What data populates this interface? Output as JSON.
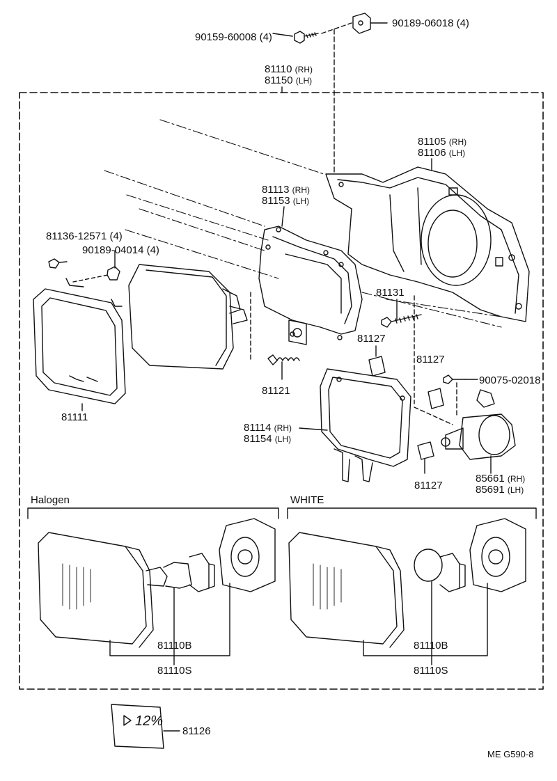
{
  "diagram": {
    "parts": {
      "p90159": "90159-60008 (4)",
      "p90189a": "90189-06018 (4)",
      "p81110": {
        "rh": "81110",
        "rh_tag": "(RH)",
        "lh": "81150",
        "lh_tag": "(LH)"
      },
      "p81105": {
        "rh": "81105",
        "rh_tag": "(RH)",
        "lh": "81106",
        "lh_tag": "(LH)"
      },
      "p81113": {
        "rh": "81113",
        "rh_tag": "(RH)",
        "lh": "81153",
        "lh_tag": "(LH)"
      },
      "p81136": "81136-12571 (4)",
      "p90189b": "90189-04014 (4)",
      "p81131": "81131",
      "p81127a": "81127",
      "p81127b": "81127",
      "p81127c": "81127",
      "p90075": "90075-02018",
      "p81121": "81121",
      "p81111": "81111",
      "p81114": {
        "rh": "81114",
        "rh_tag": "(RH)",
        "lh": "81154",
        "lh_tag": "(LH)"
      },
      "p85661": {
        "rh": "85661",
        "rh_tag": "(RH)",
        "lh": "85691",
        "lh_tag": "(LH)"
      },
      "halogen_b": "81110B",
      "halogen_s": "81110S",
      "white_b": "81110B",
      "white_s": "81110S",
      "p81126": "81126"
    },
    "sections": {
      "halogen": "Halogen",
      "white": "WHITE"
    },
    "label_text": "12%",
    "diagram_code": "ME  G590-8"
  }
}
